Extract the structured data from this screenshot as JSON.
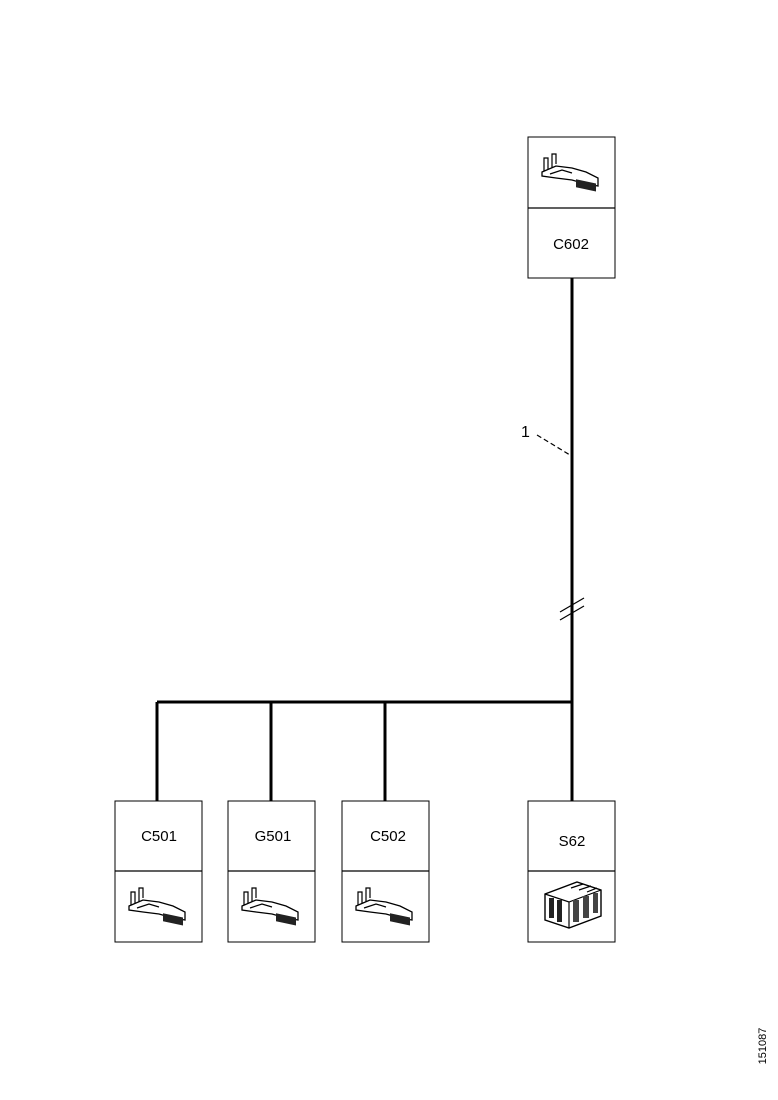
{
  "connectors": {
    "top": {
      "label": "C602",
      "icon": "terminal-pin-icon"
    },
    "bottom_1": {
      "label": "C501",
      "icon": "terminal-pin-icon"
    },
    "bottom_2": {
      "label": "G501",
      "icon": "terminal-pin-icon"
    },
    "bottom_3": {
      "label": "C502",
      "icon": "terminal-pin-icon"
    },
    "bottom_4": {
      "label": "S62",
      "icon": "splice-block-icon"
    }
  },
  "wire": {
    "callout": "1"
  },
  "reference_id": "151087",
  "colors": {
    "line": "#000000",
    "background": "#ffffff"
  }
}
